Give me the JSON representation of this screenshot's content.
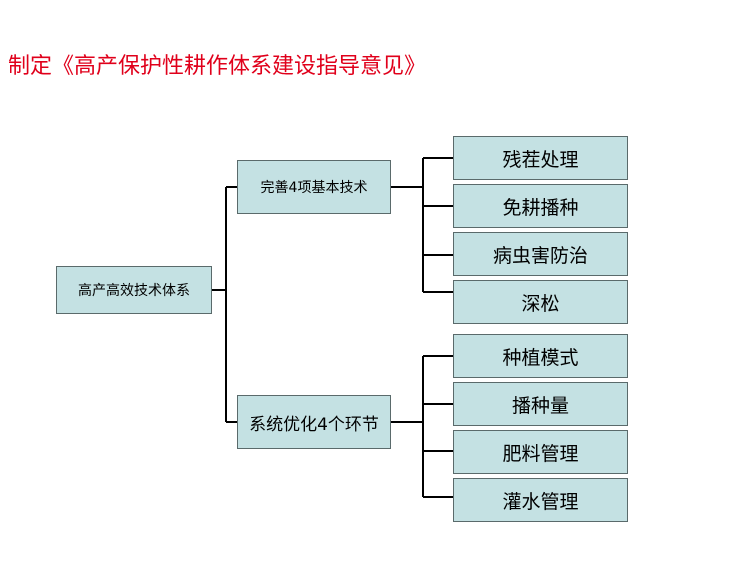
{
  "title": "制定《高产保护性耕作体系建设指导意见》",
  "colors": {
    "title": "#e0001b",
    "box_fill": "#c4e1e3",
    "box_border": "#5a6a6b",
    "connector": "#000000"
  },
  "tree": {
    "root": "高产高效技术体系",
    "branches": [
      {
        "label": "完善4项基本技术",
        "children": [
          "残茬处理",
          "免耕播种",
          "病虫害防治",
          "深松"
        ]
      },
      {
        "label": "系统优化4个环节",
        "children": [
          "种植模式",
          "播种量",
          "肥料管理",
          "灌水管理"
        ]
      }
    ]
  }
}
